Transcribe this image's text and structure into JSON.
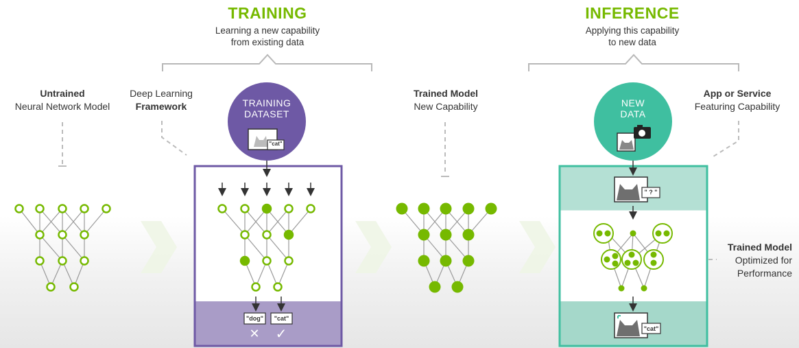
{
  "training": {
    "title": "TRAINING",
    "subtitle_line1": "Learning a new capability",
    "subtitle_line2": "from existing data",
    "dataset_line1": "TRAINING",
    "dataset_line2": "DATASET",
    "input_tag": "\"cat\"",
    "output_tag_1": "\"dog\"",
    "output_tag_2": "\"cat\"",
    "wrong_mark": "✕",
    "right_mark": "✓"
  },
  "inference": {
    "title": "INFERENCE",
    "subtitle_line1": "Applying this capability",
    "subtitle_line2": "to new data",
    "data_line1": "NEW",
    "data_line2": "DATA",
    "query_tag": "\" ? \"",
    "result_tag": "\"cat\""
  },
  "labels": {
    "untrained_title": "Untrained",
    "untrained_sub": "Neural Network Model",
    "framework_line1": "Deep Learning",
    "framework_line2": "Framework",
    "trained_title": "Trained Model",
    "trained_sub": "New Capability",
    "app_title": "App or Service",
    "app_sub": "Featuring Capability",
    "optimized_title": "Trained Model",
    "optimized_line2": "Optimized for",
    "optimized_line3": "Performance"
  },
  "colors": {
    "green": "#76b900",
    "purple": "#6e59a5",
    "teal": "#3fbfa0",
    "grey_line": "#b8b8b8"
  }
}
